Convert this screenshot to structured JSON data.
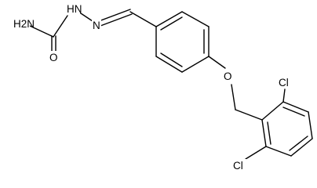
{
  "structure": {
    "atoms": {
      "nh2": "H2N",
      "nh": "HN",
      "n": "N",
      "o_carbonyl": "O",
      "o_ether": "O",
      "cl_top": "Cl",
      "cl_bottom": "Cl"
    }
  },
  "colors": {
    "bond": "#000000",
    "text": "#000000",
    "background": "#ffffff"
  }
}
